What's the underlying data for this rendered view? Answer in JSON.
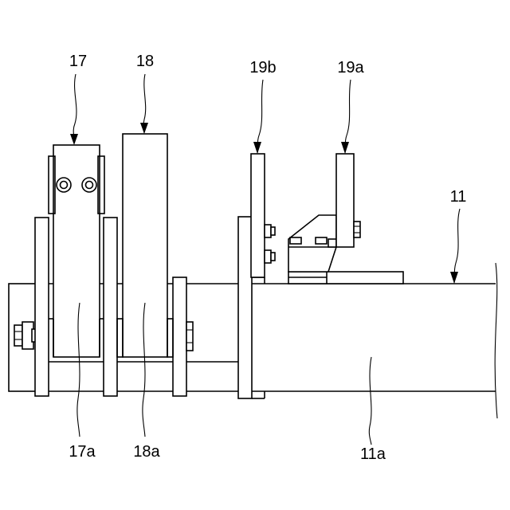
{
  "labels": {
    "l17": "17",
    "l18": "18",
    "l19b": "19b",
    "l19a": "19a",
    "l11": "11",
    "l17a": "17a",
    "l18a": "18a",
    "l11a": "11a"
  },
  "colors": {
    "line": "#000000",
    "background": "#ffffff"
  }
}
